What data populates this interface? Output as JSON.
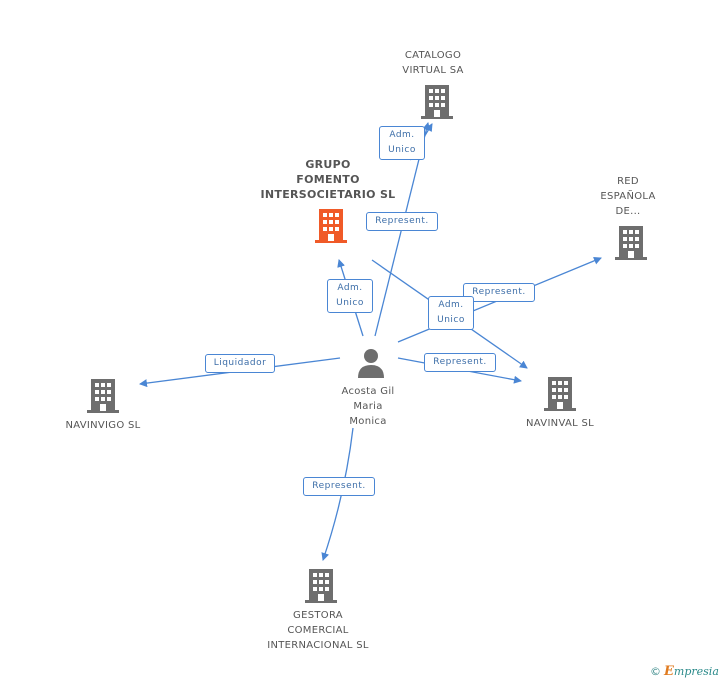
{
  "colors": {
    "edge": "#4a86d4",
    "building_default": "#6e6e6e",
    "building_highlight": "#f05a28",
    "person": "#6e6e6e"
  },
  "nodes": {
    "catalogo": {
      "label": "CATALOGO\nVIRTUAL SA",
      "icon": "building-icon"
    },
    "grupo": {
      "label": "GRUPO\nFOMENTO\nINTERSOCIETARIO SL",
      "icon": "building-icon-highlight"
    },
    "red": {
      "label": "RED\nESPAÑOLA\nDE...",
      "icon": "building-icon"
    },
    "navinvigo": {
      "label": "NAVINVIGO SL",
      "icon": "building-icon"
    },
    "navinval": {
      "label": "NAVINVAL SL",
      "icon": "building-icon"
    },
    "gestora": {
      "label": "GESTORA\nCOMERCIAL\nINTERNACIONAL SL",
      "icon": "building-icon"
    },
    "person": {
      "label": "Acosta Gil\nMaria\nMonica",
      "icon": "person-icon"
    }
  },
  "edges": {
    "adm_catalogo": "Adm.\nUnico",
    "rep_catalogo": "Represent.",
    "adm_grupo": "Adm.\nUnico",
    "rep_red": "Represent.",
    "adm_navinval": "Adm.\nUnico",
    "rep_navinval": "Represent.",
    "liquidador": "Liquidador",
    "rep_gestora": "Represent."
  },
  "footer": {
    "copyright": "©",
    "brand_initial": "E",
    "brand_rest": "mpresia"
  }
}
